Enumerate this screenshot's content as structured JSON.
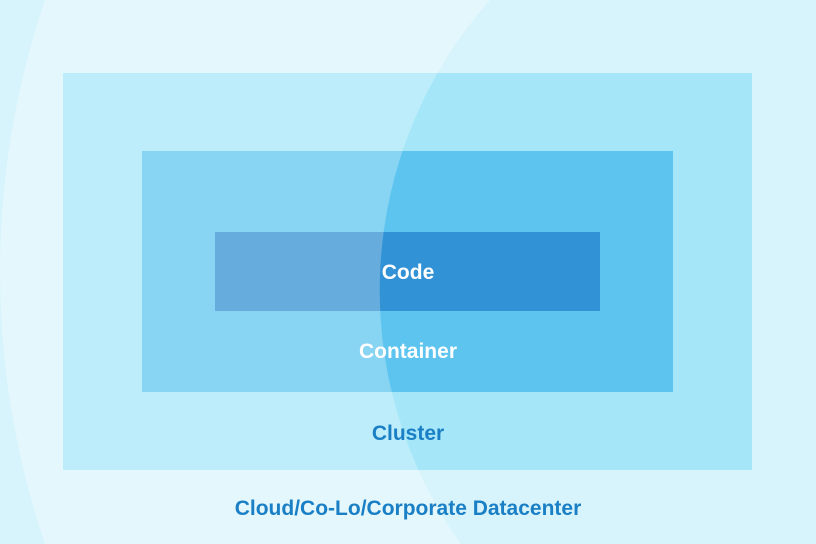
{
  "layers": {
    "code": "Code",
    "container": "Container",
    "cluster": "Cluster",
    "datacenter": "Cloud/Co-Lo/Corporate Datacenter"
  },
  "colors": {
    "label_dark": "#1a7fc4",
    "label_light": "#ffffff"
  }
}
